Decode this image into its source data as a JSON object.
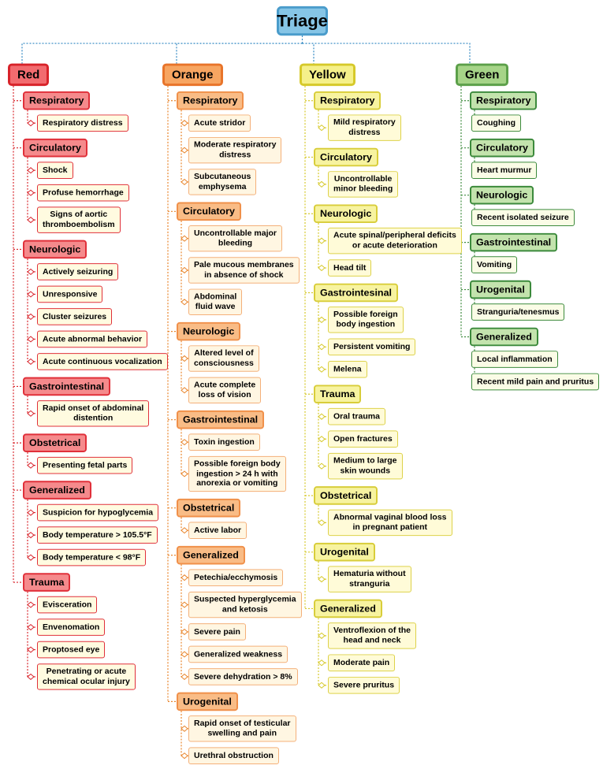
{
  "title": "Triage",
  "colors": {
    "root": {
      "fill": "#86c5e6",
      "border": "#4a9ccb",
      "line": "#2e86c1"
    },
    "red": {
      "cat": "#f26b6f",
      "catBorder": "#d8232a",
      "sub": "#f58a8c",
      "subBorder": "#e0303a",
      "item": "#fffbe0",
      "itemBorder": "#e0303a",
      "line": "#d8232a"
    },
    "orange": {
      "cat": "#f7a561",
      "catBorder": "#e8742a",
      "sub": "#f9bc86",
      "subBorder": "#f0904a",
      "item": "#fff6e2",
      "itemBorder": "#f4b07a",
      "line": "#e8842a"
    },
    "yellow": {
      "cat": "#f5f08a",
      "catBorder": "#d6c92a",
      "sub": "#f7f3a0",
      "subBorder": "#d8cd3a",
      "item": "#fffbd8",
      "itemBorder": "#ddd24a",
      "line": "#d6c92a"
    },
    "green": {
      "cat": "#a6d488",
      "catBorder": "#5ca04a",
      "sub": "#c3e3ad",
      "subBorder": "#3c8a3c",
      "item": "#fafce6",
      "itemBorder": "#3c8a3c",
      "line": "#3c8a3c"
    }
  },
  "columns": [
    {
      "key": "red",
      "label": "Red",
      "groups": [
        {
          "label": "Respiratory",
          "items": [
            "Respiratory distress"
          ]
        },
        {
          "label": "Circulatory",
          "items": [
            "Shock",
            "Profuse hemorrhage",
            "Signs of aortic\nthromboembolism"
          ]
        },
        {
          "label": "Neurologic",
          "items": [
            "Actively seizuring",
            "Unresponsive",
            "Cluster seizures",
            "Acute abnormal behavior",
            "Acute continuous vocalization"
          ]
        },
        {
          "label": "Gastrointestinal",
          "items": [
            "Rapid onset of abdominal\ndistention"
          ]
        },
        {
          "label": "Obstetrical",
          "items": [
            "Presenting fetal parts"
          ]
        },
        {
          "label": "Generalized",
          "items": [
            "Suspicion for hypoglycemia",
            "Body temperature > 105.5°F",
            "Body temperature < 98°F"
          ]
        },
        {
          "label": "Trauma",
          "items": [
            "Evisceration",
            "Envenomation",
            "Proptosed eye",
            "Penetrating or acute\nchemical ocular injury"
          ]
        }
      ]
    },
    {
      "key": "orange",
      "label": "Orange",
      "groups": [
        {
          "label": "Respiratory",
          "items": [
            "Acute stridor",
            "Moderate respiratory\ndistress",
            "Subcutaneous\nemphysema"
          ]
        },
        {
          "label": "Circulatory",
          "items": [
            "Uncontrollable major\nbleeding",
            "Pale mucous membranes\nin absence of shock",
            "Abdominal\nfluid wave"
          ]
        },
        {
          "label": "Neurologic",
          "items": [
            "Altered level of\nconsciousness",
            "Acute complete\nloss of vision"
          ]
        },
        {
          "label": "Gastrointestinal",
          "items": [
            "Toxin ingestion",
            "Possible foreign body\ningestion > 24 h with\nanorexia or vomiting"
          ]
        },
        {
          "label": "Obstetrical",
          "items": [
            "Active labor"
          ]
        },
        {
          "label": "Generalized",
          "items": [
            "Petechia/ecchymosis",
            "Suspected hyperglycemia\nand ketosis",
            "Severe pain",
            "Generalized weakness",
            "Severe dehydration > 8%"
          ]
        },
        {
          "label": "Urogenital",
          "items": [
            "Rapid onset of testicular\nswelling and pain",
            "Urethral obstruction"
          ]
        }
      ]
    },
    {
      "key": "yellow",
      "label": "Yellow",
      "groups": [
        {
          "label": "Respiratory",
          "items": [
            "Mild respiratory\ndistress"
          ]
        },
        {
          "label": "Circulatory",
          "items": [
            "Uncontrollable\nminor bleeding"
          ]
        },
        {
          "label": "Neurologic",
          "items": [
            "Acute spinal/peripheral deficits\nor acute deterioration",
            "Head tilt"
          ]
        },
        {
          "label": "Gastrointesinal",
          "items": [
            "Possible foreign\nbody ingestion",
            "Persistent vomiting",
            "Melena"
          ]
        },
        {
          "label": "Trauma",
          "items": [
            "Oral trauma",
            "Open fractures",
            "Medium to large\nskin wounds"
          ]
        },
        {
          "label": "Obstetrical",
          "items": [
            "Abnormal vaginal blood loss\nin pregnant patient"
          ]
        },
        {
          "label": "Urogenital",
          "items": [
            "Hematuria without\nstranguria"
          ]
        },
        {
          "label": "Generalized",
          "items": [
            "Ventroflexion of the\nhead and neck",
            "Moderate pain",
            "Severe pruritus"
          ]
        }
      ]
    },
    {
      "key": "green",
      "label": "Green",
      "groups": [
        {
          "label": "Respiratory",
          "items": [
            "Coughing"
          ]
        },
        {
          "label": "Circulatory",
          "items": [
            "Heart murmur"
          ]
        },
        {
          "label": "Neurologic",
          "items": [
            "Recent isolated seizure"
          ]
        },
        {
          "label": "Gastrointestinal",
          "items": [
            "Vomiting"
          ]
        },
        {
          "label": "Urogenital",
          "items": [
            "Stranguria/tenesmus"
          ]
        },
        {
          "label": "Generalized",
          "items": [
            "Local inflammation",
            "Recent mild pain and pruritus"
          ]
        }
      ]
    }
  ]
}
